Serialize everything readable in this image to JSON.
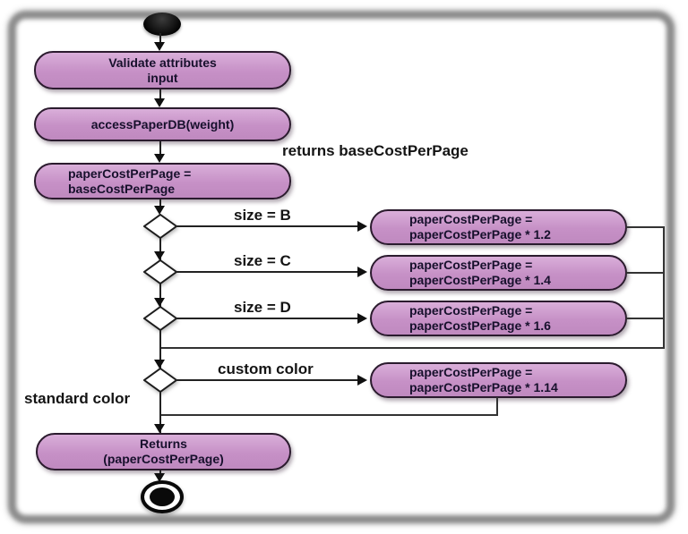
{
  "diagram_type": "uml-activity-diagram",
  "colors": {
    "action_fill": "#c690c6",
    "action_border": "#2b1b2e",
    "action_text": "#17102c",
    "connector": "#222222",
    "frame": "#8d8d8d",
    "decision_fill": "#ffffff",
    "background": "#ffffff"
  },
  "nodes": {
    "validate": {
      "line1": "Validate attributes",
      "line2": "input"
    },
    "access_db": {
      "label": "accessPaperDB(weight)"
    },
    "assign_base": {
      "line1": "paperCostPerPage =",
      "line2": "baseCostPerPage"
    },
    "size_b_action": {
      "line1": "paperCostPerPage =",
      "line2": "paperCostPerPage * 1.2"
    },
    "size_c_action": {
      "line1": "paperCostPerPage =",
      "line2": "paperCostPerPage * 1.4"
    },
    "size_d_action": {
      "line1": "paperCostPerPage =",
      "line2": "paperCostPerPage * 1.6"
    },
    "custom_color_action": {
      "line1": "paperCostPerPage =",
      "line2": "paperCostPerPage * 1.14"
    },
    "returns": {
      "line1": "Returns",
      "line2": "(paperCostPerPage)"
    }
  },
  "labels": {
    "returns_base": "returns baseCostPerPage",
    "size_b": "size = B",
    "size_c": "size = C",
    "size_d": "size = D",
    "custom_color": "custom color",
    "standard_color": "standard color"
  }
}
